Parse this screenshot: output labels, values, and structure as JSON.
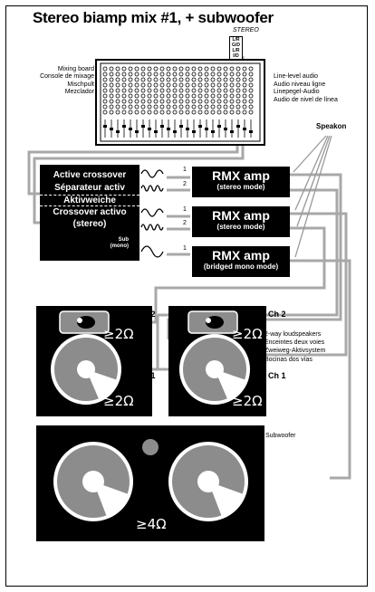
{
  "title": "Stereo biamp mix #1, + subwoofer",
  "mixer": {
    "labels": [
      "Mixing board",
      "Console de mixage",
      "Mischpult",
      "Mezclador"
    ],
    "stereo_label": "STEREO",
    "output_jacks": [
      "L/R",
      "G/D",
      "L/R",
      "I/D"
    ]
  },
  "line_level": [
    "Line-level audio",
    "Audio niveau ligne",
    "Linepegel-Audio",
    "Audio de nivel de línea"
  ],
  "speakon_label": "Speakon",
  "crossover": {
    "lines": [
      "Active crossover",
      "Séparateur activ",
      "Aktivweiche",
      "Crossover activo",
      "(stereo)"
    ],
    "sub_label": [
      "Sub",
      "(mono)"
    ]
  },
  "amps": [
    {
      "name": "RMX amp",
      "mode": "(stereo mode)"
    },
    {
      "name": "RMX amp",
      "mode": "(stereo mode)"
    },
    {
      "name": "RMX amp",
      "mode": "(bridged mono mode)"
    }
  ],
  "channel_numbers": [
    "1",
    "2",
    "1",
    "2",
    "1"
  ],
  "speakers": {
    "ch2_label": "Ch 2",
    "ch1_label": "Ch 1",
    "impedance": "≥2Ω",
    "notes": [
      "2-way loudspeakers",
      "Enceintes deux voies",
      "Zweiweg-Aktivsystem",
      "Bocinas dos vías"
    ]
  },
  "subwoofer": {
    "label": "Subwoofer",
    "impedance": "≥4Ω"
  },
  "colors": {
    "cable": "#a8a8a8",
    "panel": "#000000",
    "woofer": "#8c8c8c"
  }
}
